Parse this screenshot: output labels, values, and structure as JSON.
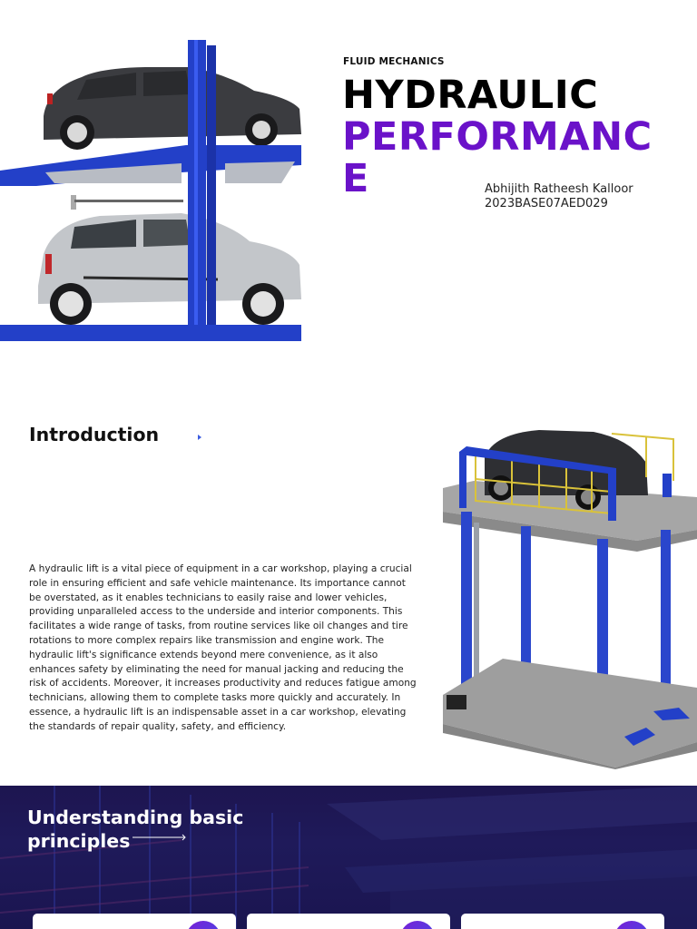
{
  "header": {
    "kicker": "FLUID MECHANICS",
    "title_line_1": "HYDRAULIC",
    "title_line_2": "PERFORMANCE",
    "author_name": "Abhijith Ratheesh Kalloor",
    "author_id": "2023BASE07AED029"
  },
  "images": {
    "hero": "two-level car parking lift with a dark hatchback on top and a silver hatchback below",
    "intro": "four-post hydraulic car lift with black SUV on raised platform"
  },
  "introduction": {
    "heading": "Introduction",
    "body": "A hydraulic lift is a vital piece of equipment in a car workshop, playing a crucial role in ensuring efficient and safe vehicle maintenance. Its importance cannot be overstated, as it enables technicians to easily raise and lower vehicles, providing unparalleled access to the underside and interior components. This facilitates a wide range of tasks, from routine services like oil changes and tire rotations to more complex repairs like transmission and engine work. The hydraulic lift's significance extends beyond mere convenience, as it also enhances safety by eliminating the need for manual jacking and reducing the risk of accidents. Moreover, it increases productivity and reduces fatigue among technicians, allowing them to complete tasks more quickly and accurately. In essence, a hydraulic lift is an indispensable asset in a car workshop, elevating the standards of repair quality, safety, and efficiency."
  },
  "principles": {
    "heading_line_1": "Understanding basic",
    "heading_line_2": "principles",
    "cards": [
      {
        "id": "card-1"
      },
      {
        "id": "card-2"
      },
      {
        "id": "card-3"
      }
    ]
  },
  "colors": {
    "accent_purple": "#6a12c9",
    "arrow_blue": "#3b5ce0",
    "dark_section": "#1d1550",
    "lift_blue": "#1f3fc9"
  }
}
